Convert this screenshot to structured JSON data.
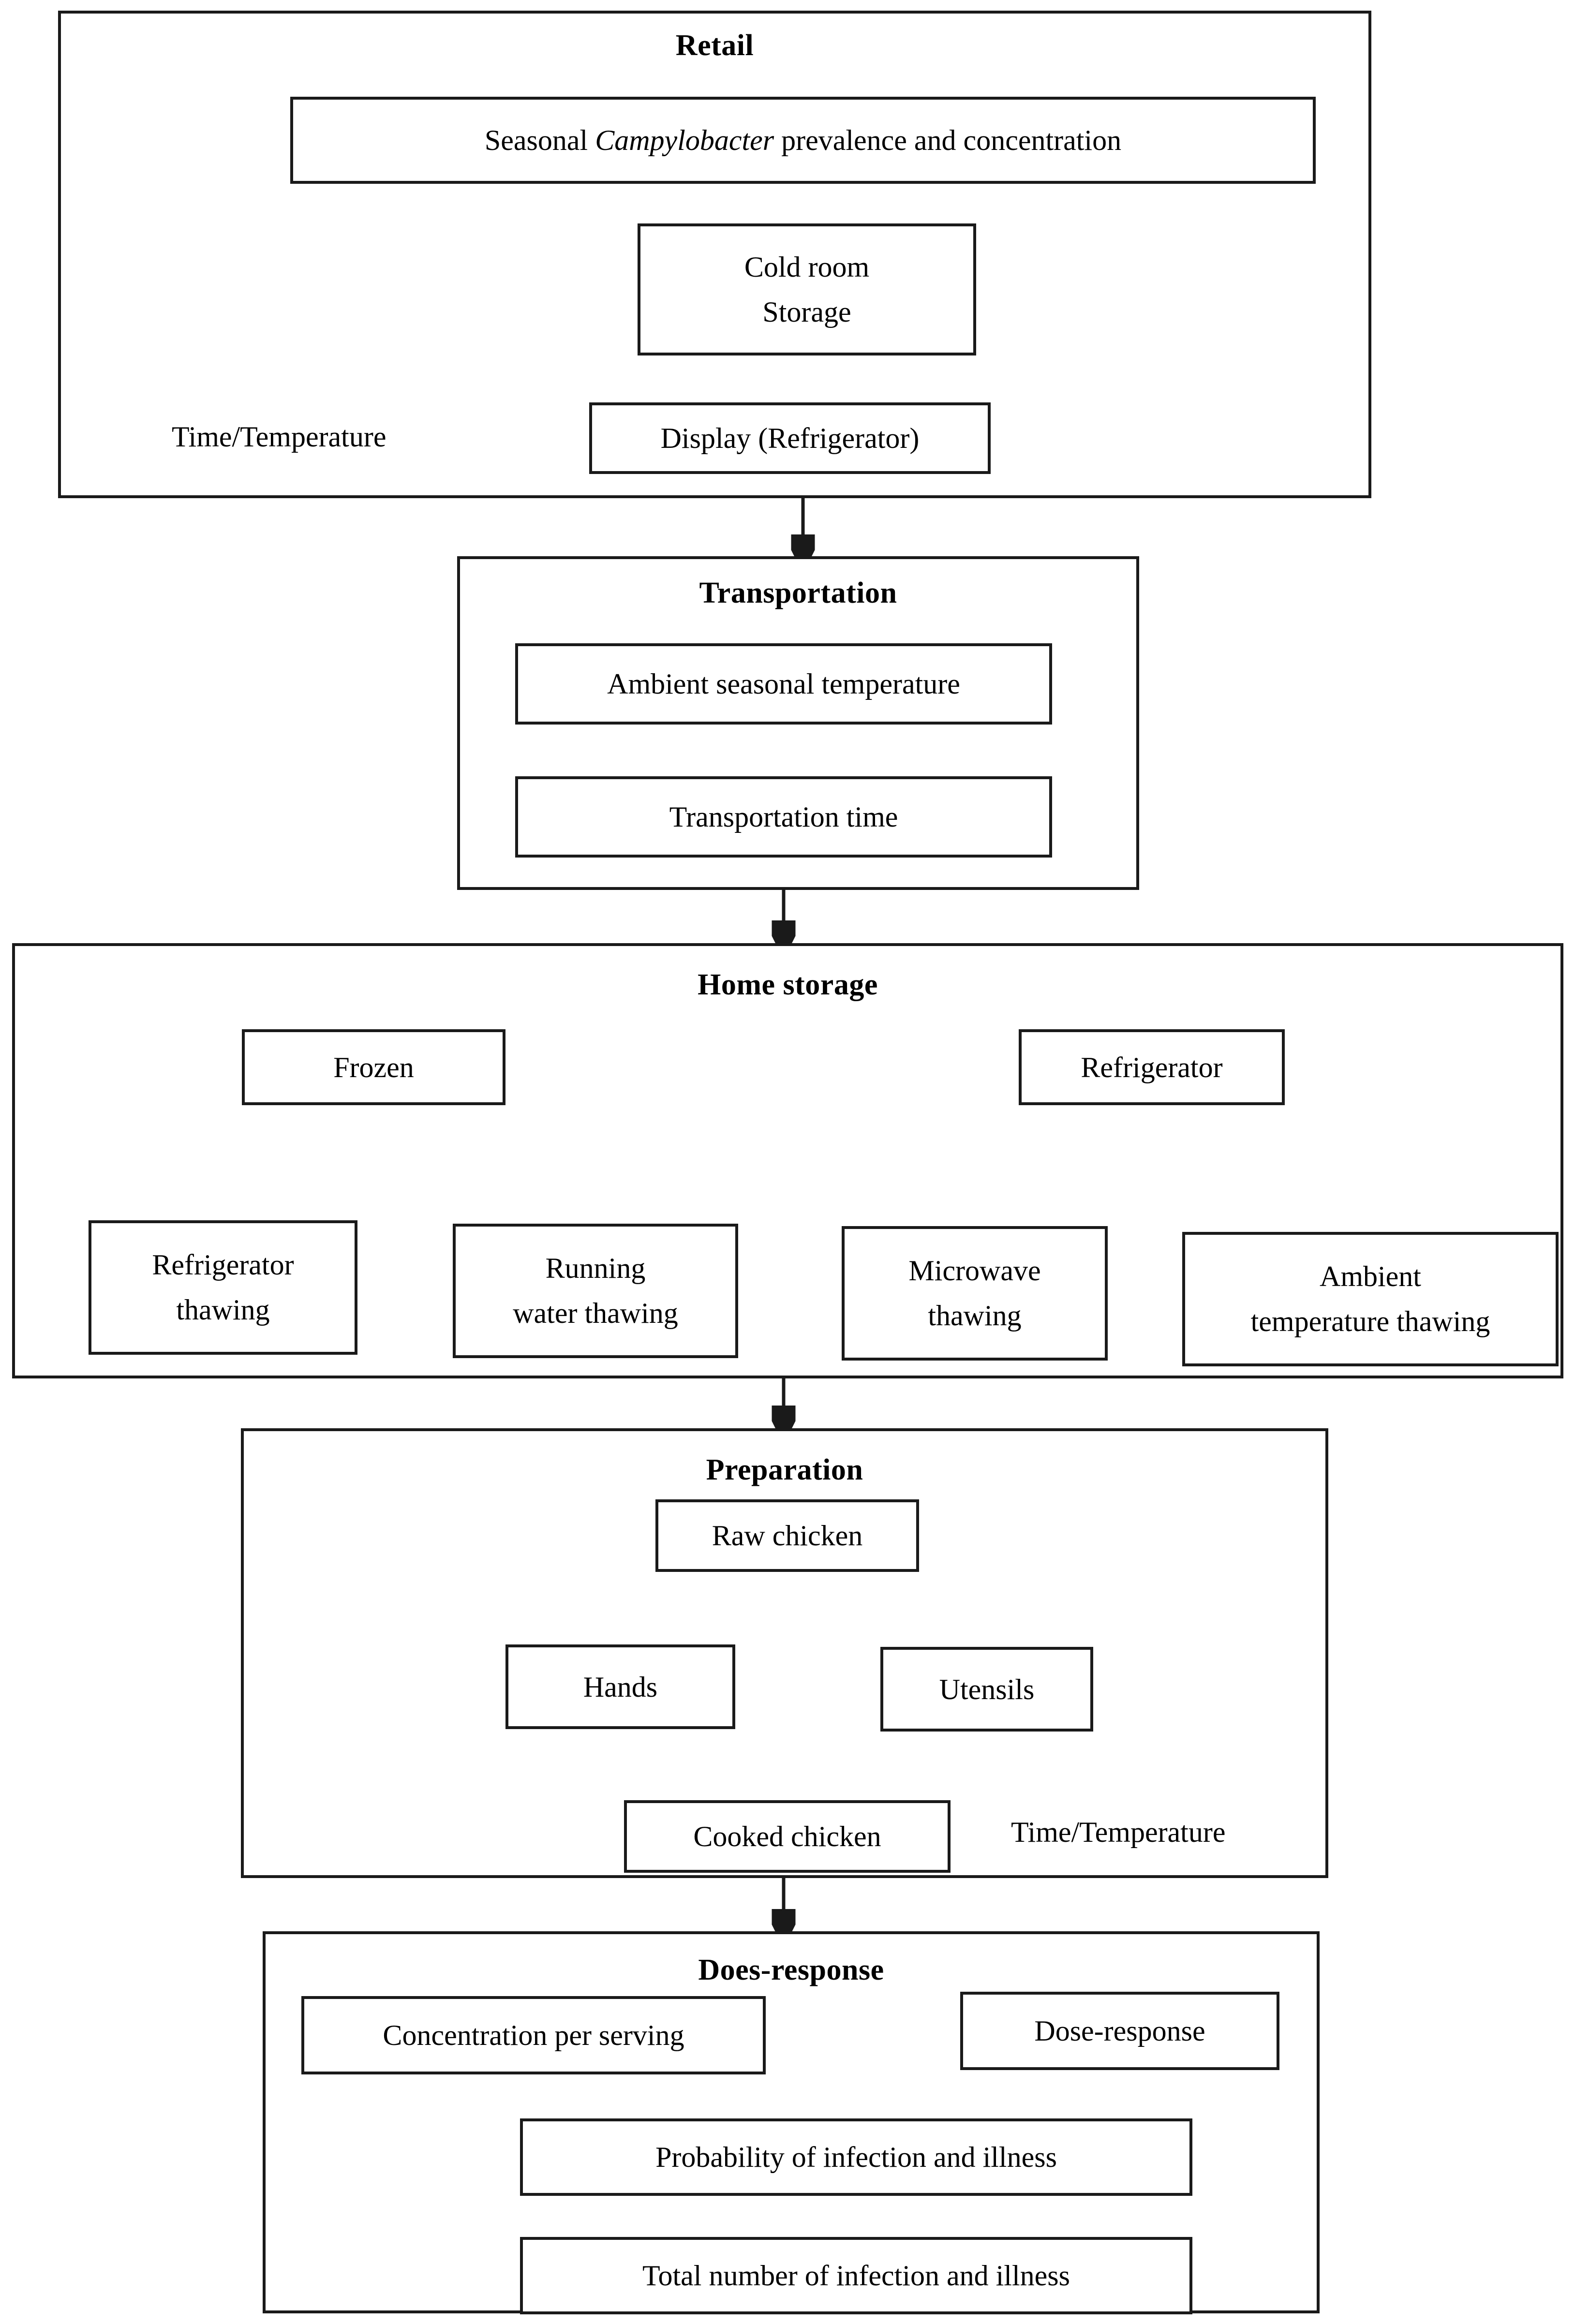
{
  "diagram": {
    "title_visible": false,
    "sections": [
      {
        "id": "retail",
        "title": "Retail",
        "nodes": [
          {
            "id": "seasonal",
            "text_before": "Seasonal ",
            "text_italic": "Campylobacter",
            "text_after": " prevalence and concentration"
          },
          {
            "id": "coldroom",
            "line1": "Cold room",
            "line2": "Storage"
          },
          {
            "id": "display",
            "text": "Display (Refrigerator)"
          }
        ],
        "labels": [
          {
            "id": "retail-time-temp",
            "text": "Time/Temperature"
          }
        ]
      },
      {
        "id": "transportation",
        "title": "Transportation",
        "nodes": [
          {
            "id": "ambient-seasonal-temp",
            "text": "Ambient seasonal temperature"
          },
          {
            "id": "transportation-time",
            "text": "Transportation time"
          }
        ],
        "labels": []
      },
      {
        "id": "home-storage",
        "title": "Home storage",
        "nodes": [
          {
            "id": "frozen",
            "text": "Frozen"
          },
          {
            "id": "refrigerator",
            "text": "Refrigerator"
          },
          {
            "id": "refrigerator-thawing",
            "line1": "Refrigerator",
            "line2": "thawing"
          },
          {
            "id": "running-water-thawing",
            "line1": "Running",
            "line2": "water thawing"
          },
          {
            "id": "microwave-thawing",
            "line1": "Microwave",
            "line2": "thawing"
          },
          {
            "id": "ambient-temperature-thawing",
            "line1": "Ambient",
            "line2": "temperature thawing"
          }
        ],
        "labels": []
      },
      {
        "id": "preparation",
        "title": "Preparation",
        "nodes": [
          {
            "id": "raw-chicken",
            "text": "Raw chicken"
          },
          {
            "id": "hands",
            "text": "Hands"
          },
          {
            "id": "utensils",
            "text": "Utensils"
          },
          {
            "id": "cooked-chicken",
            "text": "Cooked chicken"
          }
        ],
        "labels": [
          {
            "id": "preparation-time-temp",
            "text": "Time/Temperature"
          }
        ]
      },
      {
        "id": "dose-response",
        "title": "Does-response",
        "nodes": [
          {
            "id": "concentration-per-serving",
            "text": "Concentration per serving"
          },
          {
            "id": "dose-response-node",
            "text": "Dose-response"
          },
          {
            "id": "probability-of-infection",
            "text": "Probability of infection and illness"
          },
          {
            "id": "total-number-of-infection",
            "text": "Total number of infection and illness"
          }
        ],
        "labels": []
      }
    ],
    "colors": {
      "line": "#1a1a1a",
      "background": "#ffffff",
      "text": "#000000"
    }
  }
}
